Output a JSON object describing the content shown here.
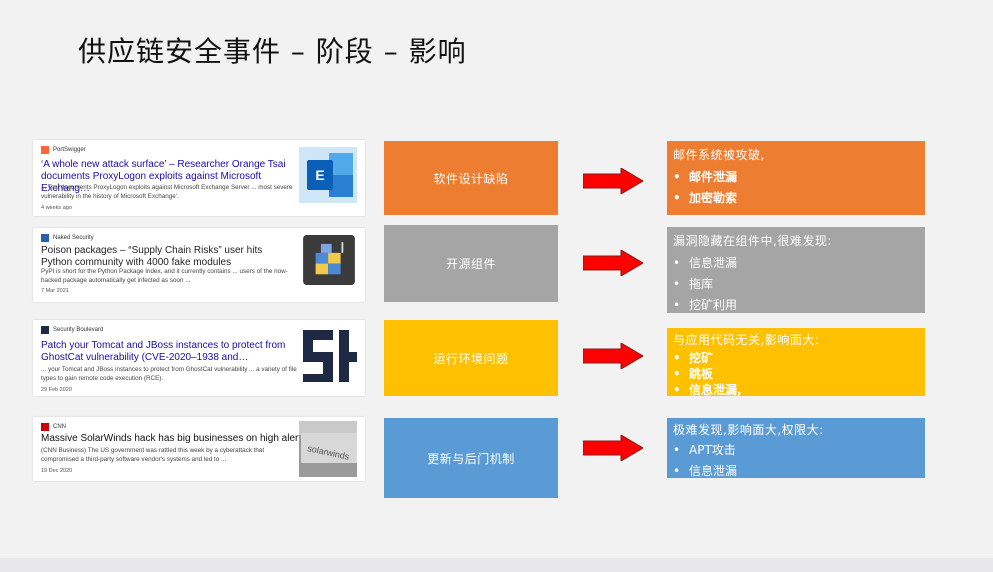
{
  "title": "供应链安全事件 – 阶段 – 影响",
  "colors": {
    "orange": "#ed7d31",
    "gray": "#a5a5a5",
    "yellow": "#ffc000",
    "blue": "#5b9bd5",
    "arrow_red": "#ff0000",
    "headline_blue": "#1a0dab"
  },
  "news": [
    {
      "source": "PortSwigger",
      "headline": "‘A whole new attack surface’ – Researcher Orange Tsai documents ProxyLogon exploits against Microsoft Exchang…",
      "snippet": "... Tsai documents ProxyLogon exploits against Microsoft Exchange Server ... most severe vulnerability in the history of Microsoft Exchange'.",
      "date": "4 weeks ago",
      "thumb_icon": "exchange-logo-icon"
    },
    {
      "source": "Naked Security",
      "headline": "Poison packages – “Supply Chain Risks” user hits Python community with 4000 fake modules",
      "snippet": "PyPI is short for the Python Package Index, and it currently contains ... users of the now-hacked package automatically get infected as soon ...",
      "date": "7 Mar 2021",
      "thumb_icon": "python-packages-icon"
    },
    {
      "source": "Security Boulevard",
      "headline": "Patch your Tomcat and JBoss instances to protect from GhostCat vulnerability (CVE-2020–1938 and…",
      "snippet": "... your Tomcat and JBoss instances to protect from GhostCat vulnerability ... a variety of file types to gain remote code execution (RCE).",
      "date": "29 Feb 2020",
      "thumb_icon": "security-boulevard-logo-icon"
    },
    {
      "source": "CNN",
      "headline": "Massive SolarWinds hack has big businesses on high alert",
      "snippet": "(CNN Business) The US government was rattled this week by a cyberattack that compromised a third-party software vendor's systems and led to ...",
      "date": "19 Dec 2020",
      "thumb_icon": "solarwinds-sign-icon"
    }
  ],
  "stages": [
    {
      "label": "软件设计缺陷"
    },
    {
      "label": "开源组件"
    },
    {
      "label": "运行环境问题"
    },
    {
      "label": "更新与后门机制"
    }
  ],
  "impacts": [
    {
      "head": "邮件系统被攻破,",
      "items": [
        "邮件泄漏",
        "加密勒索"
      ]
    },
    {
      "head": "漏洞隐藏在组件中,很难发现:",
      "items": [
        "信息泄漏",
        "拖库",
        "挖矿利用"
      ]
    },
    {
      "head": "与应用代码无关,影响面大:",
      "items": [
        "挖矿",
        "跳板",
        "信息泄漏,"
      ]
    },
    {
      "head": "极难发现,影响面大,权限大:",
      "items": [
        "APT攻击",
        "信息泄漏"
      ]
    }
  ]
}
